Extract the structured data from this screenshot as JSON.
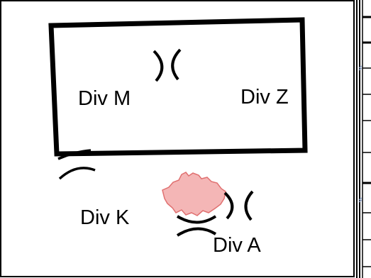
{
  "colors": {
    "background": "#ffffff",
    "ink": "#000000",
    "blob_fill": "#f4b6b6",
    "blob_stroke": "#e07070",
    "right_strip_ink": "#1a1a1a",
    "right_strip_accent": "#8ca4d0"
  },
  "labels": {
    "div_m": "Div M",
    "div_z": "Div Z",
    "div_k": "Div K",
    "div_a": "Div A"
  },
  "symbols": {
    "top_parens": ")(",
    "bottom_parens": ")("
  }
}
